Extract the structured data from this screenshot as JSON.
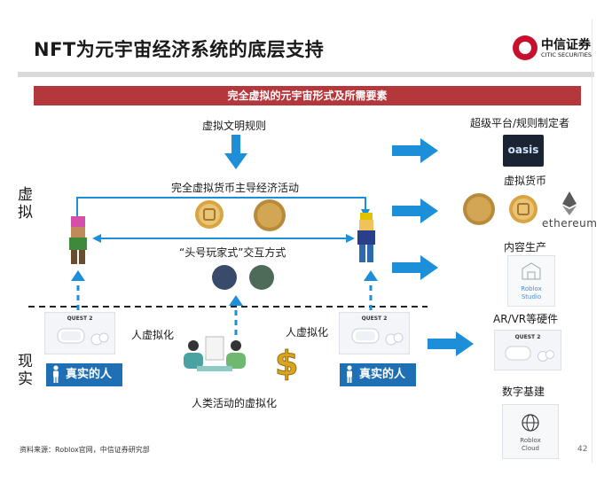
{
  "slide": {
    "title": "NFT为元宇宙经济系统的底层支持",
    "banner": "完全虚拟的元宇宙形式及所需要素",
    "page_number": "42",
    "source": "资料来源：Roblox官网，中信证券研究部"
  },
  "logo": {
    "name_cn": "中信证券",
    "name_en": "CITIC SECURITIES",
    "color": "#c8102e"
  },
  "labels": {
    "virtual": "虚拟",
    "real": "现实",
    "rules": "虚拟文明规则",
    "currency_activity": "完全虚拟货币主导经济活动",
    "interaction": "“头号玩家式”交互方式",
    "virtualize_left": "人虚拟化",
    "virtualize_right": "人虚拟化",
    "human_activity": "人类活动的虚拟化"
  },
  "badges": {
    "real_person_left": "真实的人",
    "real_person_right": "真实的人"
  },
  "headsets": {
    "left": "QUEST 2",
    "right": "QUEST 2",
    "far_right": "QUEST 2"
  },
  "elements": {
    "platform": "超级平台/规则制定者",
    "currency": "虚拟货币",
    "content": "内容生产",
    "hardware": "AR/VR等硬件",
    "infrastructure": "数字基建"
  },
  "element_images": {
    "oasis": "oasis",
    "ethereum": "ethereum",
    "studio_line1": "Roblox",
    "studio_line2": "Studio",
    "cloud_line1": "Roblox",
    "cloud_line2": "Cloud"
  },
  "colors": {
    "accent": "#b3373b",
    "blue": "#1f6fb5",
    "arrow_blue": "#1d8fd8"
  }
}
